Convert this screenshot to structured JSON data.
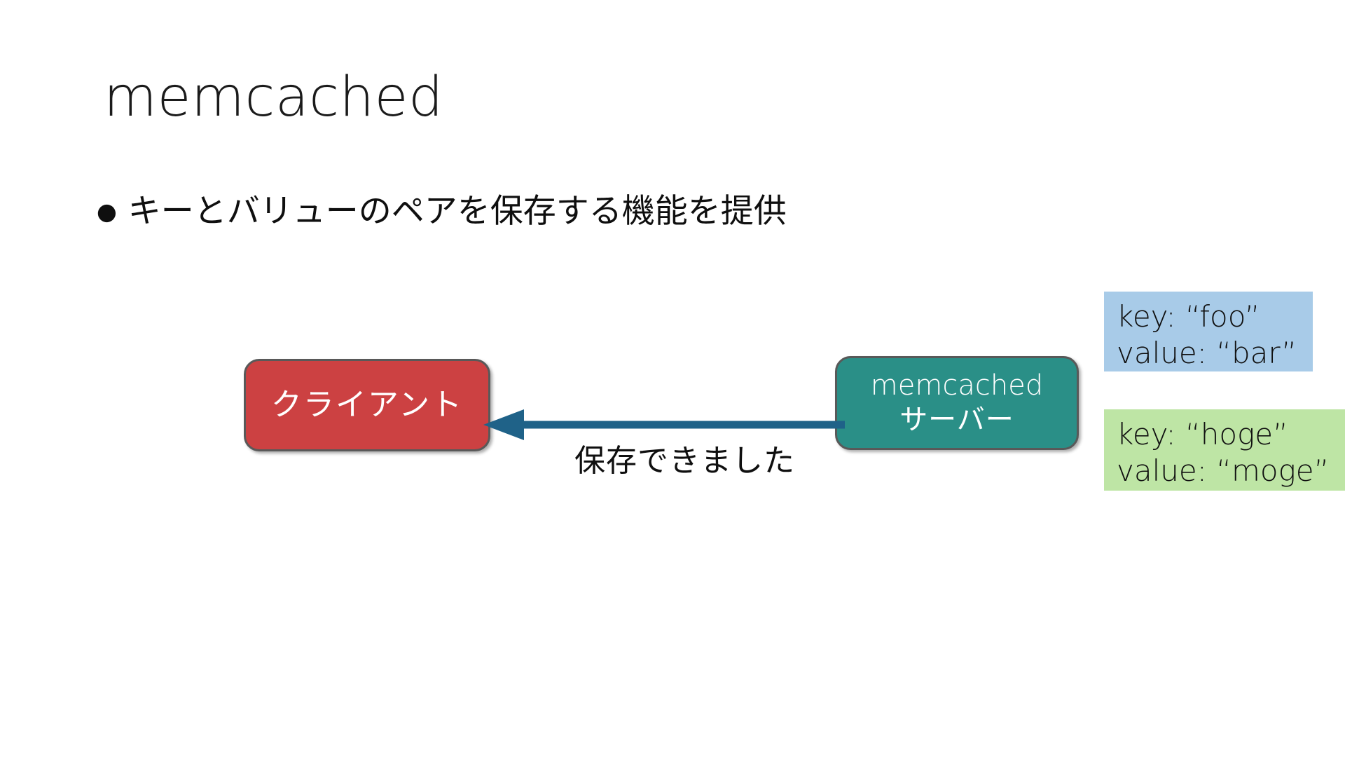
{
  "slide": {
    "title": "memcached",
    "background_color": "#ffffff",
    "bullets": [
      {
        "marker": "●",
        "text": "キーとバリューのペアを保存する機能を提供"
      }
    ]
  },
  "diagram": {
    "client_node": {
      "label": "クライアント",
      "fill_color": "#cc4142",
      "border_color": "#595959",
      "text_color": "#ffffff"
    },
    "server_node": {
      "label_line1": "memcached",
      "label_line2": "サーバー",
      "fill_color": "#2a8f87",
      "border_color": "#595959",
      "text_color": "#ffffff"
    },
    "arrow": {
      "label": "保存できました",
      "color": "#1f6288",
      "direction": "server-to-client"
    },
    "callouts": [
      {
        "id": "foo",
        "line1": "key: “foo”",
        "line2": "value: “bar”",
        "fill_color": "#a8cbe8"
      },
      {
        "id": "hoge",
        "line1": "key: “hoge”",
        "line2": "value: “moge”",
        "fill_color": "#bee5a5"
      }
    ]
  }
}
